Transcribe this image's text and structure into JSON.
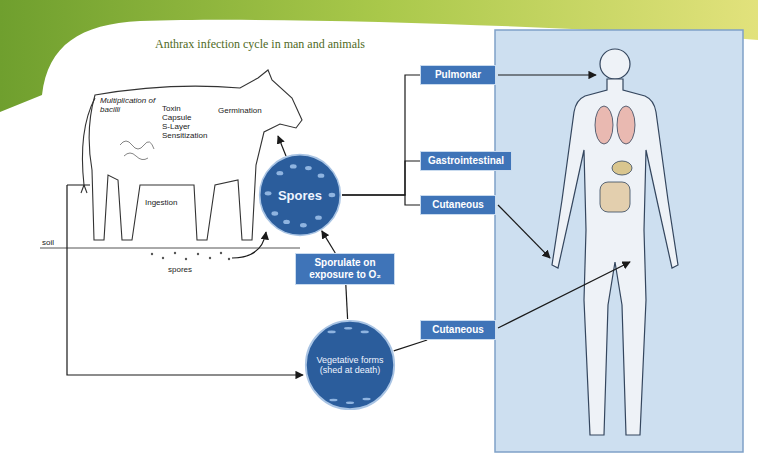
{
  "diagram": {
    "title": "Anthrax infection cycle in man and animals",
    "nodes": [
      {
        "text": [
          "Spores"
        ]
      },
      {
        "text": [
          "Sporulate on exposure to O₂"
        ]
      },
      {
        "text": [
          "Vegetative forms (shed at death)"
        ]
      },
      {
        "text": [
          "Pulmonar"
        ]
      },
      {
        "text": [
          "Gastrointestinal"
        ]
      },
      {
        "text": [
          "Cutaneous"
        ]
      },
      {
        "text": [
          "Cutaneous"
        ]
      }
    ],
    "edges": [
      {
        "from": 0,
        "to": 3,
        "arrow": "none"
      },
      {
        "from": 0,
        "to": 4,
        "arrow": "none"
      },
      {
        "from": 0,
        "to": 5,
        "arrow": "none"
      },
      {
        "from": 1,
        "to": 0,
        "arrow": "to"
      },
      {
        "from": 2,
        "to": 1,
        "arrow": "none"
      },
      {
        "from": 2,
        "to": 6,
        "arrow": "none"
      }
    ],
    "labels": [
      "Multiplication of bacilli",
      "Toxin",
      "Capsule",
      "S-Layer",
      "Sensitization",
      "Germination",
      "Ingestion",
      "soil",
      "spores"
    ]
  }
}
